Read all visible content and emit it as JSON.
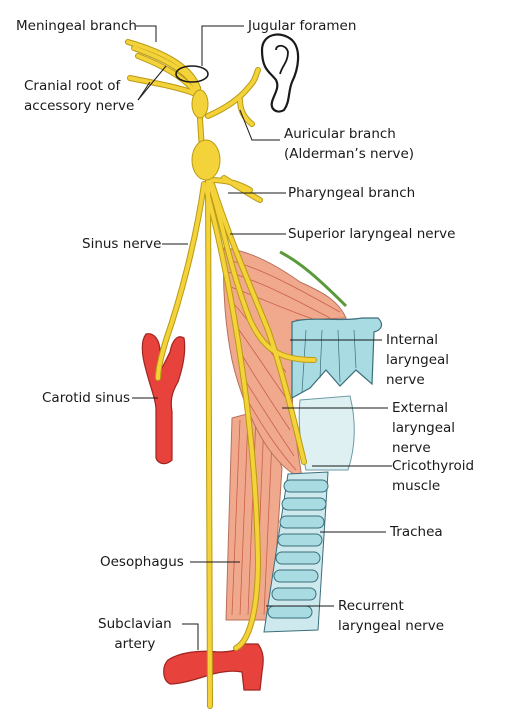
{
  "labels": {
    "meningeal_branch": "Meningeal branch",
    "jugular_foramen": "Jugular foramen",
    "cranial_root_line1": "Cranial root of",
    "cranial_root_line2": "accessory nerve",
    "auricular_line1": "Auricular branch",
    "auricular_line2": "(Alderman’s nerve)",
    "pharyngeal_branch": "Pharyngeal branch",
    "sinus_nerve": "Sinus nerve",
    "superior_laryngeal": "Superior laryngeal nerve",
    "internal_line1": "Internal",
    "internal_line2": "laryngeal",
    "internal_line3": "nerve",
    "carotid_sinus": "Carotid sinus",
    "external_line1": "External",
    "external_line2": "laryngeal",
    "external_line3": "nerve",
    "cricothyroid_line1": "Cricothyroid",
    "cricothyroid_line2": "muscle",
    "trachea": "Trachea",
    "oesophagus": "Oesophagus",
    "subclavian_line1": "Subclavian",
    "subclavian_line2": "artery",
    "recurrent_line1": "Recurrent",
    "recurrent_line2": "laryngeal nerve"
  },
  "colors": {
    "nerve": "#f3d23a",
    "nerve_outline": "#b99a12",
    "artery": "#e8423d",
    "muscle": "#f0a98c",
    "muscle_lines": "#c9604a",
    "cartilage": "#a9dbe3",
    "cartilage_outline": "#3b6e7a",
    "trachea": "#cde9ee",
    "leader": "#1a1a1a"
  }
}
